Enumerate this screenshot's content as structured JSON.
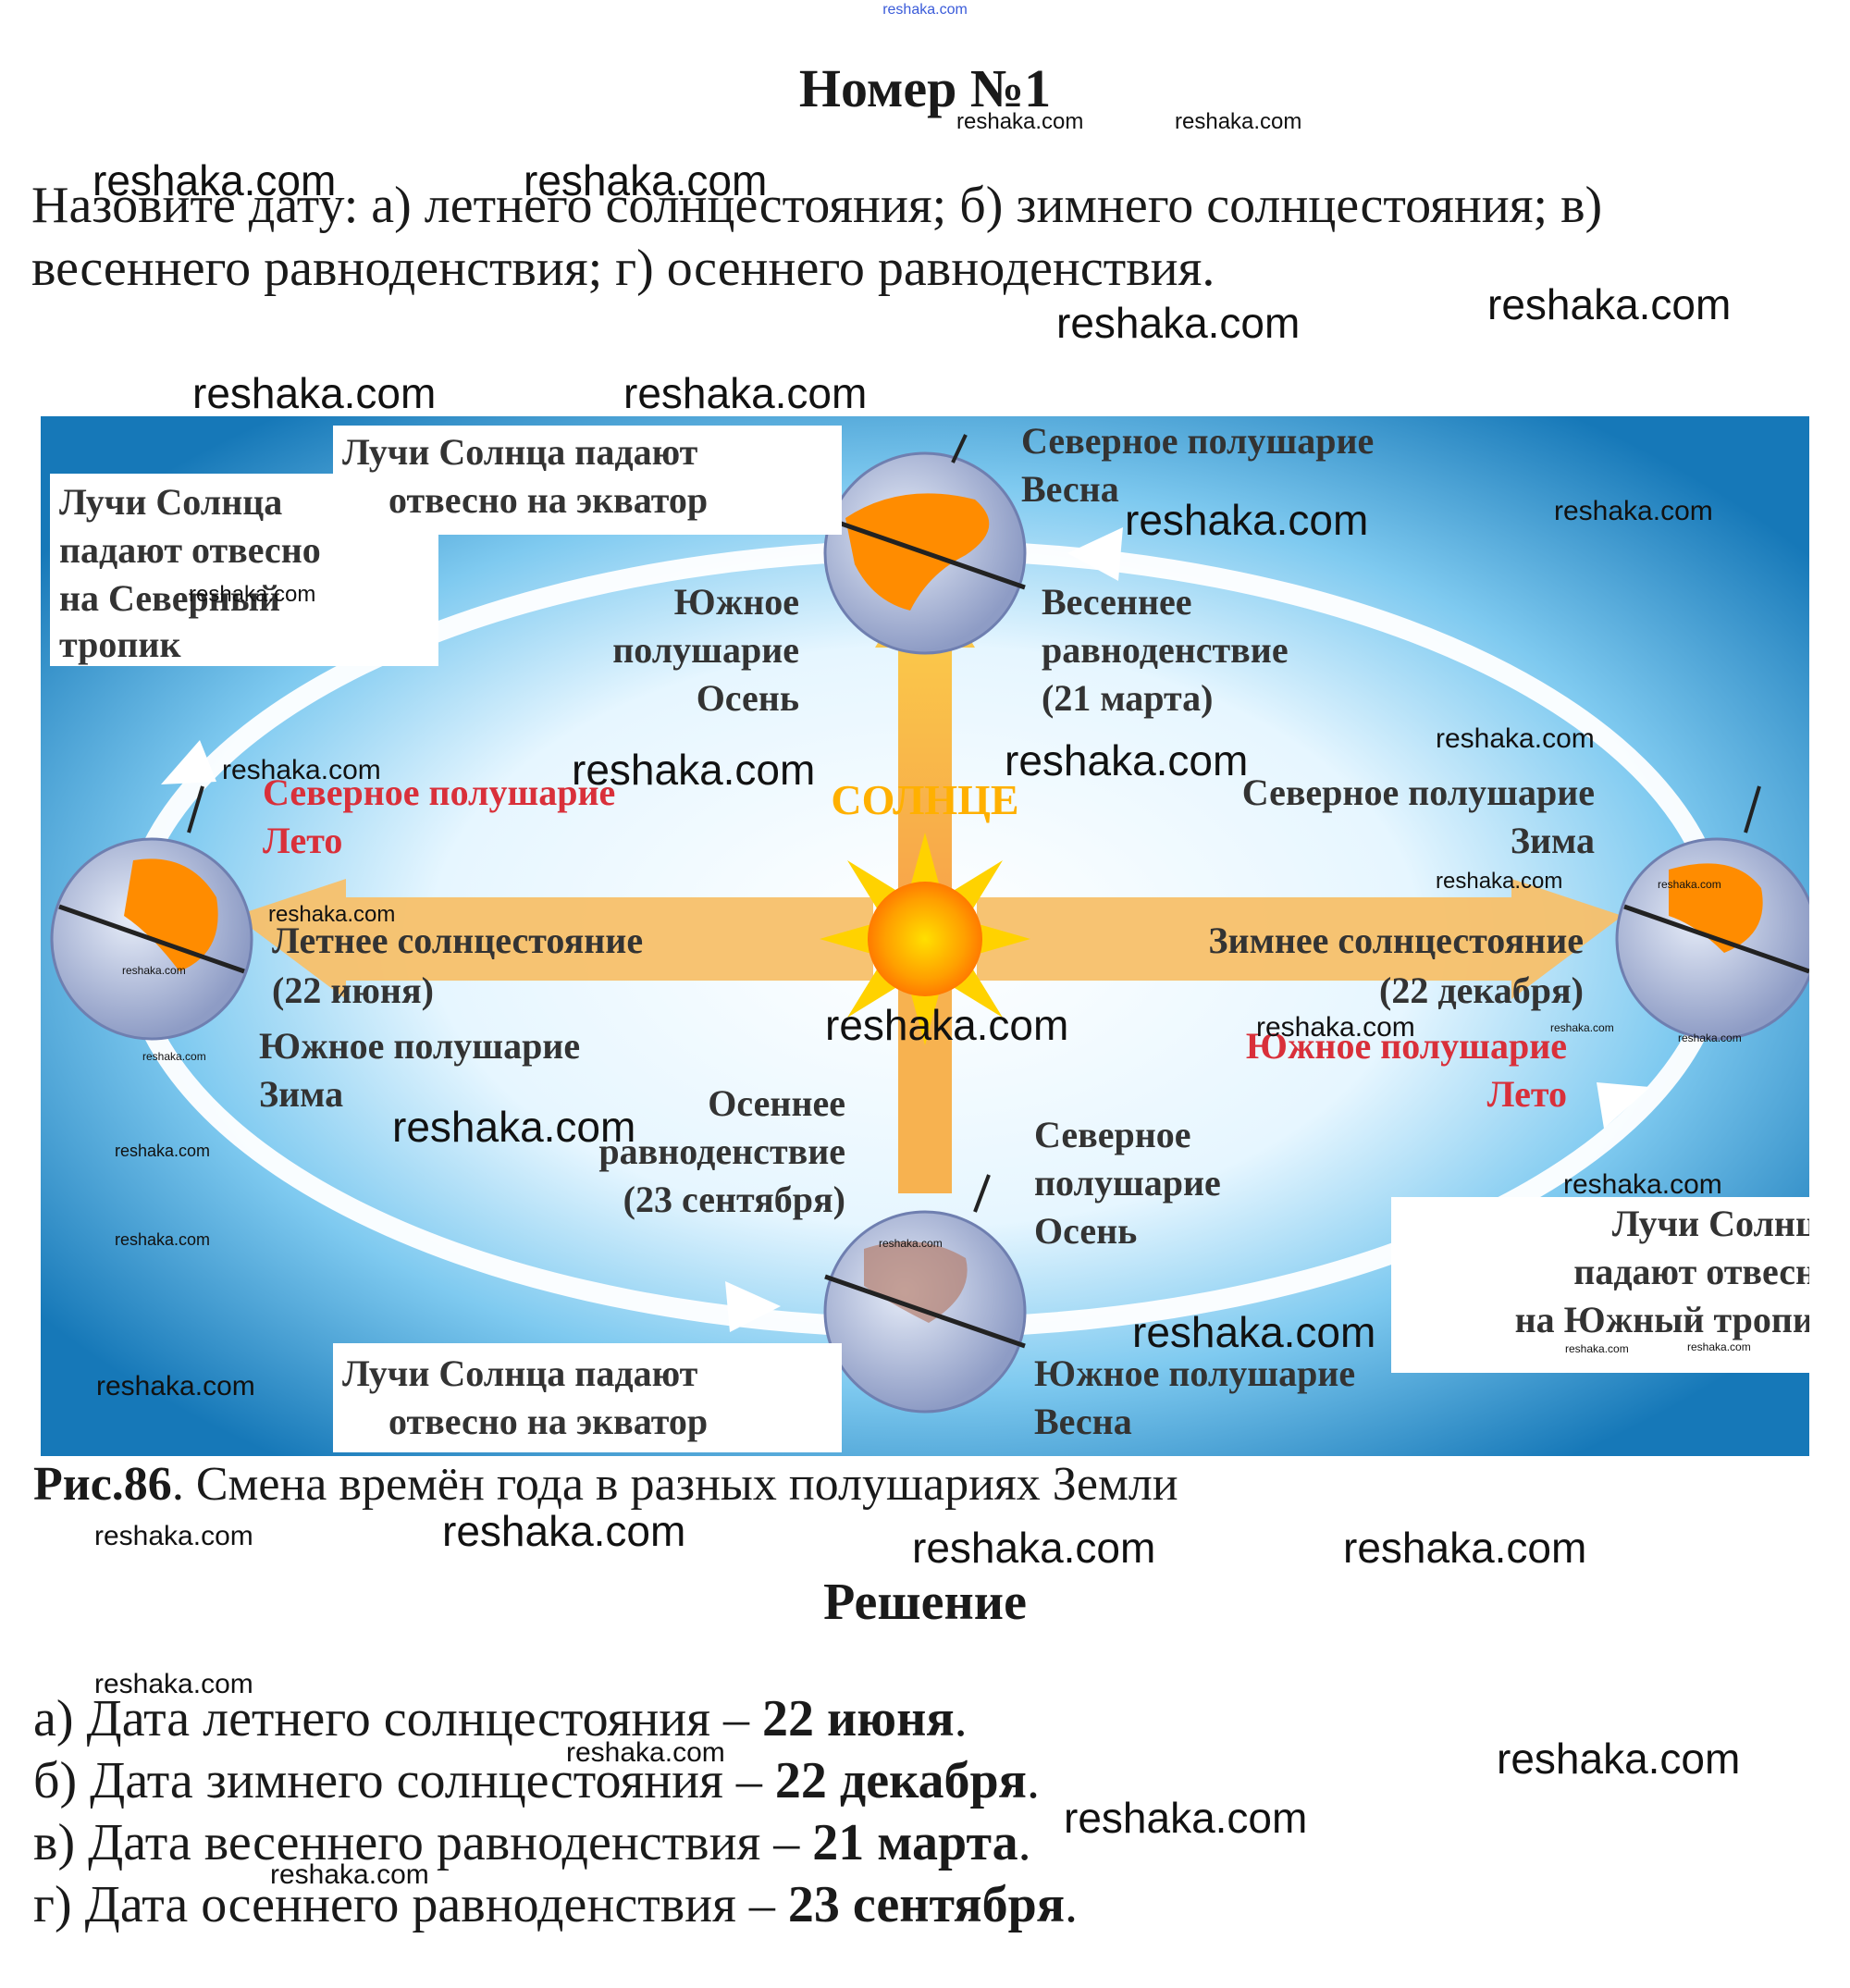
{
  "top_link": "reshaka.com",
  "title": "Номер №1",
  "task": {
    "line1": "Назовите дату: а) летнего солнцестояния; б) зимнего солнцестояния; в)",
    "line2": "весеннего равноденствия; г) осеннего равноденствия."
  },
  "figure": {
    "tl_box": [
      "Лучи Солнца падают",
      "отвесно на экватор"
    ],
    "left_box": [
      "Лучи Солнца",
      "падают отвесно",
      "на Северный",
      "тропик"
    ],
    "top_right": [
      "Северное полушарие",
      "Весна"
    ],
    "top_left_south": [
      "Южное",
      "полушарие",
      "Осень"
    ],
    "spring": [
      "Весеннее",
      "равноденствие",
      "(21 марта)"
    ],
    "sun_word": "СОЛНЦЕ",
    "left_north": [
      "Северное полушарие",
      "Лето"
    ],
    "summer": [
      "Летнее солнцестояние",
      "(22 июня)"
    ],
    "left_south": [
      "Южное полушарие",
      "Зима"
    ],
    "right_north": [
      "Северное полушарие",
      "Зима"
    ],
    "winter": [
      "Зимнее солнцестояние",
      "(22 декабря)"
    ],
    "right_south": [
      "Южное полушарие",
      "Лето"
    ],
    "autumn": [
      "Осеннее",
      "равноденствие",
      "(23 сентября)"
    ],
    "bottom_north": [
      "Северное",
      "полушарие",
      "Осень"
    ],
    "br_box": [
      "Лучи Солнца",
      "падают отвесно",
      "на Южный тропик"
    ],
    "bl_box": [
      "Лучи Солнца падают",
      "отвесно на экватор"
    ],
    "bottom_south": [
      "Южное полушарие",
      "Весна"
    ]
  },
  "caption": {
    "label": "Рис.86",
    "text": ". Смена времён года в разных полушариях Земли"
  },
  "solution_title": "Решение",
  "answers": [
    {
      "prefix": "а) Дата летнего солнцестояния – ",
      "value": "22 июня",
      "suffix": "."
    },
    {
      "prefix": "б) Дата зимнего солнцестояния – ",
      "value": "22 декабря",
      "suffix": "."
    },
    {
      "prefix": "в) Дата весеннего равноденствия – ",
      "value": "21 марта",
      "suffix": "."
    },
    {
      "prefix": "г) Дата осеннего равноденствия – ",
      "value": "23 сентября",
      "suffix": "."
    }
  ],
  "watermark": "reshaka.com",
  "colors": {
    "sky_outer": "#1f8fd0",
    "ellipse_light": "#ffffff",
    "sun": "#ffb000",
    "ray": "#f7b250",
    "land": "#ff8c00",
    "ocean": "#a9b8d8",
    "text_dark": "#333333",
    "text_red": "#d9303a"
  }
}
